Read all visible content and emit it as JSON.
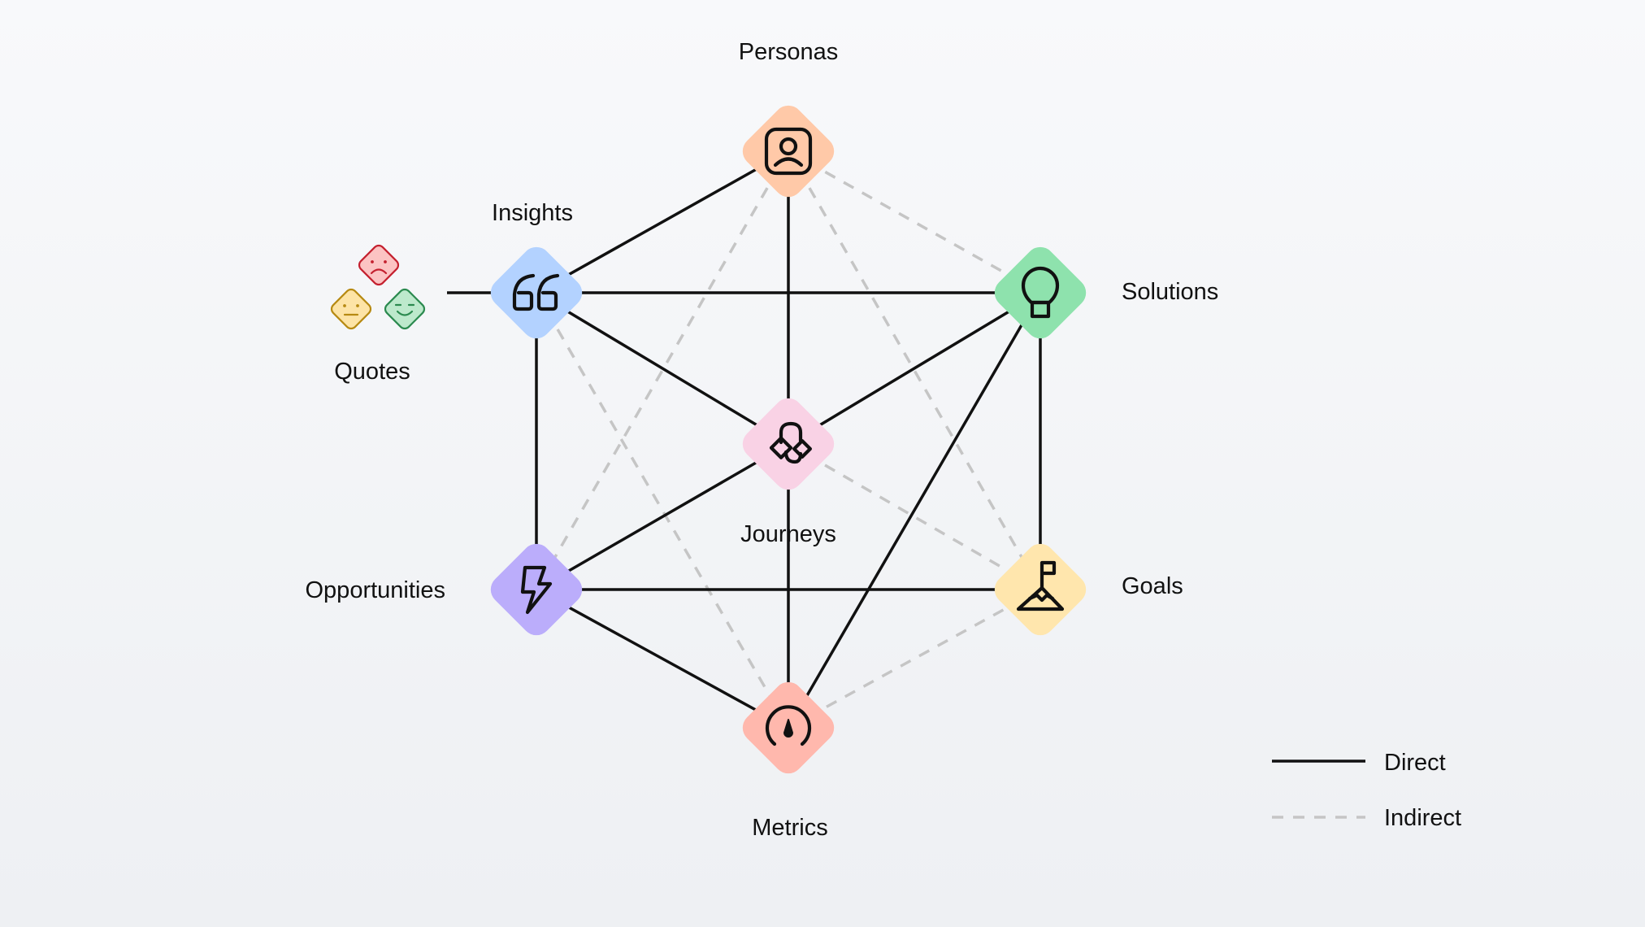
{
  "nodes": [
    {
      "id": "personas",
      "label": "Personas",
      "color": "#ffc9a8",
      "icon": "person-card-icon"
    },
    {
      "id": "insights",
      "label": "Insights",
      "color": "#b3d2ff",
      "icon": "quote-icon"
    },
    {
      "id": "solutions",
      "label": "Solutions",
      "color": "#8ee2ad",
      "icon": "lightbulb-icon"
    },
    {
      "id": "journeys",
      "label": "Journeys",
      "color": "#f9d2e5",
      "icon": "path-icon"
    },
    {
      "id": "opportunities",
      "label": "Opportunities",
      "color": "#bbadfb",
      "icon": "lightning-icon"
    },
    {
      "id": "goals",
      "label": "Goals",
      "color": "#ffe6ad",
      "icon": "flag-mountain-icon"
    },
    {
      "id": "metrics",
      "label": "Metrics",
      "color": "#ffb8ad",
      "icon": "gauge-icon"
    }
  ],
  "quotes": {
    "label": "Quotes",
    "faces": [
      {
        "mood": "sad",
        "fill": "#fcc3c3",
        "stroke": "#c4202f"
      },
      {
        "mood": "neutral",
        "fill": "#fde4a6",
        "stroke": "#b78a12"
      },
      {
        "mood": "happy",
        "fill": "#bde9cc",
        "stroke": "#2b8a4f"
      }
    ]
  },
  "links": {
    "direct": [
      [
        "insights",
        "personas"
      ],
      [
        "insights",
        "solutions"
      ],
      [
        "insights",
        "journeys"
      ],
      [
        "insights",
        "opportunities"
      ],
      [
        "personas",
        "journeys"
      ],
      [
        "solutions",
        "journeys"
      ],
      [
        "solutions",
        "goals"
      ],
      [
        "solutions",
        "metrics"
      ],
      [
        "journeys",
        "opportunities"
      ],
      [
        "journeys",
        "metrics"
      ],
      [
        "opportunities",
        "goals"
      ],
      [
        "opportunities",
        "metrics"
      ],
      [
        "quotes",
        "insights"
      ]
    ],
    "indirect": [
      [
        "personas",
        "solutions"
      ],
      [
        "personas",
        "opportunities"
      ],
      [
        "personas",
        "goals"
      ],
      [
        "insights",
        "metrics"
      ],
      [
        "journeys",
        "goals"
      ],
      [
        "goals",
        "metrics"
      ]
    ]
  },
  "legend": {
    "direct_label": "Direct",
    "indirect_label": "Indirect"
  },
  "colors": {
    "direct_line": "#111111",
    "indirect_line": "#c5c5c5"
  }
}
